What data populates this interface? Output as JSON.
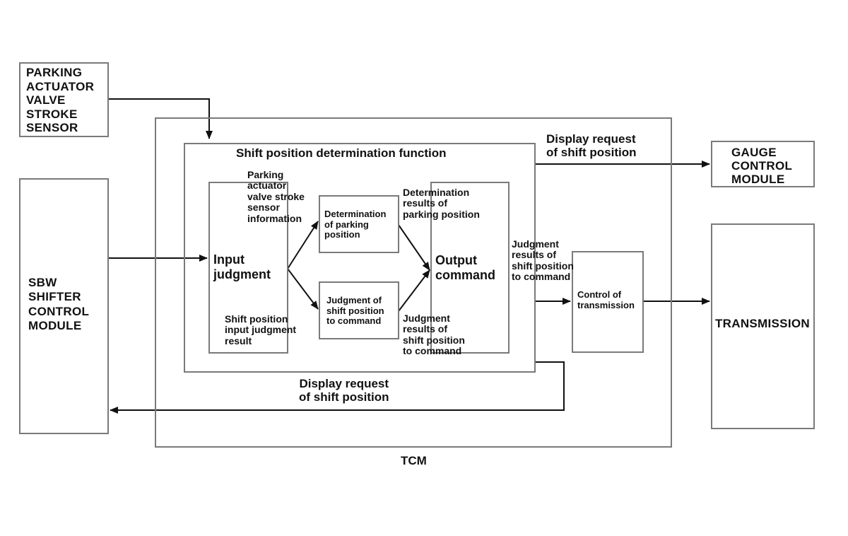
{
  "blocks": {
    "parking_sensor": "PARKING\nACTUATOR\nVALVE\nSTROKE\nSENSOR",
    "sbw_module": "SBW\nSHIFTER\nCONTROL\nMODULE",
    "gauge_module": "GAUGE\nCONTROL\nMODULE",
    "transmission": "TRANSMISSION",
    "tcm": "TCM",
    "function_title": "Shift position determination function",
    "input_judgment": "Input\njudgment",
    "determination_parking": "Determination\nof parking\nposition",
    "judgment_shift": "Judgment of\nshift position\nto command",
    "output_command": "Output\ncommand",
    "control_transmission": "Control of\ntransmission"
  },
  "labels": {
    "parking_sensor_info": "Parking\nactuator\nvalve stroke\nsensor\ninformation",
    "shift_input_result": "Shift position\ninput judgment\nresult",
    "determination_results": "Determination\nresults of\nparking position",
    "judgment_results_lower": "Judgment\nresults of\nshift position\nto command",
    "judgment_results_right": "Judgment\nresults of\nshift position\nto command",
    "display_request_top": "Display request\nof shift position",
    "display_request_bottom": "Display request\nof shift position"
  }
}
